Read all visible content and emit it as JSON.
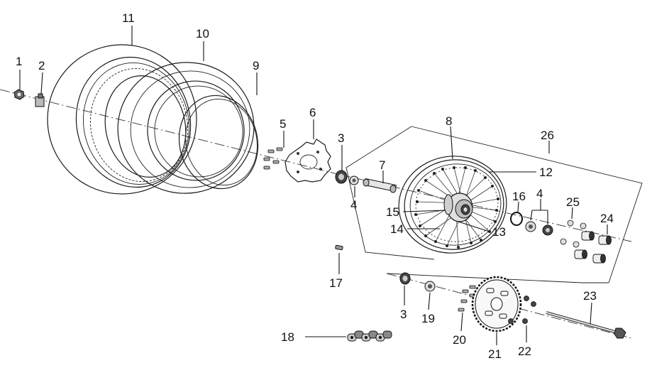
{
  "diagram": {
    "callouts": {
      "c1": "1",
      "c2": "2",
      "c3a": "3",
      "c3b": "3",
      "c4a": "4",
      "c4b": "4",
      "c5": "5",
      "c6": "6",
      "c7": "7",
      "c8": "8",
      "c9": "9",
      "c10": "10",
      "c11": "11",
      "c12": "12",
      "c13": "13",
      "c14": "14",
      "c15": "15",
      "c16": "16",
      "c17": "17",
      "c18": "18",
      "c19": "19",
      "c20": "20",
      "c21": "21",
      "c22": "22",
      "c23": "23",
      "c24": "24",
      "c25": "25",
      "c26": "26"
    },
    "colors": {
      "line": "#1a1a1a",
      "fill_light": "#f2f2f2",
      "fill_dark": "#3a3a3a",
      "background": "#ffffff"
    }
  }
}
